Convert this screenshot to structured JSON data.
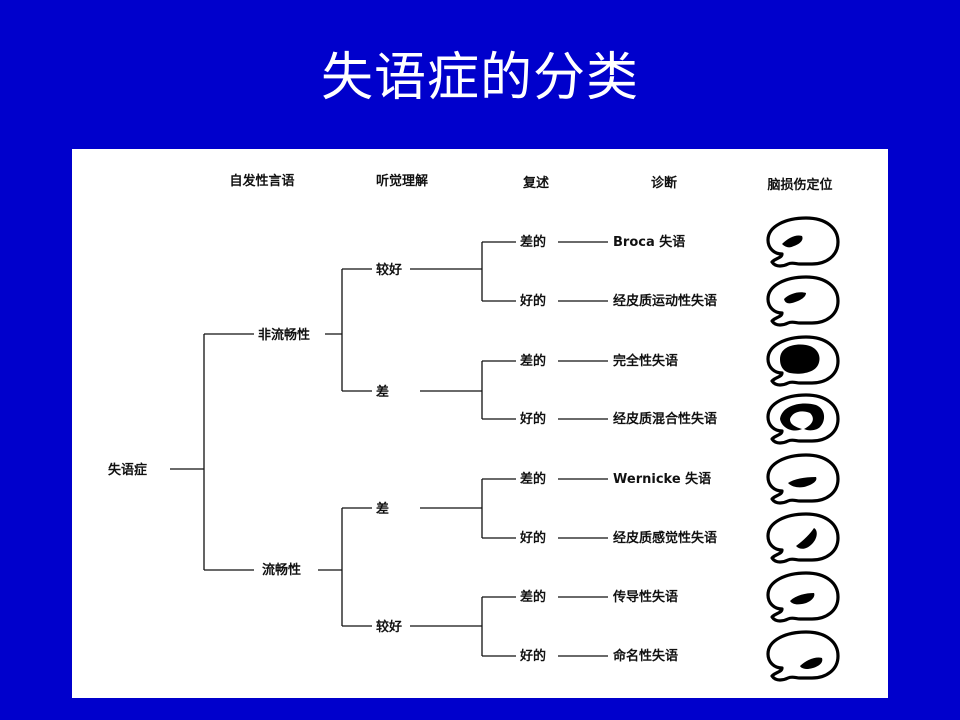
{
  "title": "失语症的分类",
  "colors": {
    "background": "#0000cc",
    "panel": "#ffffff",
    "ink": "#111111"
  },
  "headers": {
    "spontaneous": "自发性言语",
    "comprehension": "听觉理解",
    "repetition": "复述",
    "diagnosis": "诊断",
    "lesion": "脑损伤定位"
  },
  "root": "失语症",
  "fluency": {
    "nonfluent": "非流畅性",
    "fluent": "流畅性"
  },
  "comprehension": {
    "good": "较好",
    "poor": "差"
  },
  "rows": [
    {
      "repetition": "差的",
      "diagnosis": "Broca 失语"
    },
    {
      "repetition": "好的",
      "diagnosis": "经皮质运动性失语"
    },
    {
      "repetition": "差的",
      "diagnosis": "完全性失语"
    },
    {
      "repetition": "好的",
      "diagnosis": "经皮质混合性失语"
    },
    {
      "repetition": "差的",
      "diagnosis": "Wernicke 失语"
    },
    {
      "repetition": "好的",
      "diagnosis": "经皮质感觉性失语"
    },
    {
      "repetition": "差的",
      "diagnosis": "传导性失语"
    },
    {
      "repetition": "好的",
      "diagnosis": "命名性失语"
    }
  ]
}
